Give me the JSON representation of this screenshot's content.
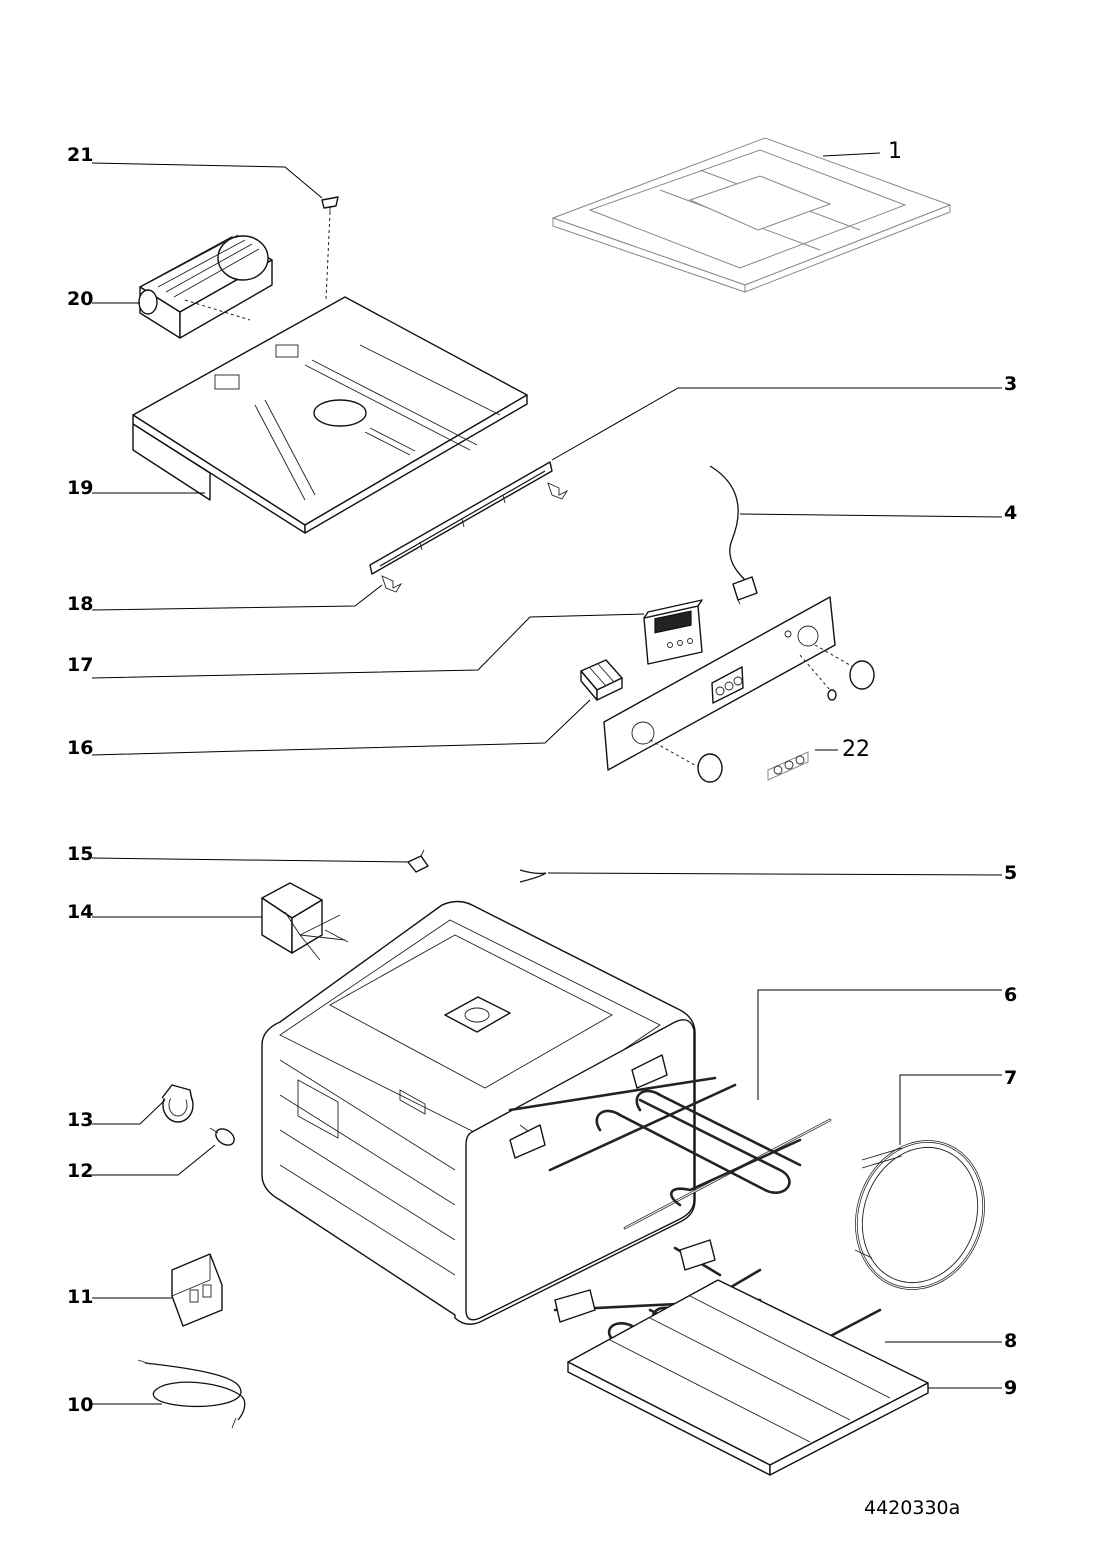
{
  "document_id": "4420330a",
  "callouts": [
    {
      "id": "c1",
      "label": "1",
      "style": "light"
    },
    {
      "id": "c3",
      "label": "3",
      "style": "bold"
    },
    {
      "id": "c4",
      "label": "4",
      "style": "bold"
    },
    {
      "id": "c5",
      "label": "5",
      "style": "bold"
    },
    {
      "id": "c6",
      "label": "6",
      "style": "bold"
    },
    {
      "id": "c7",
      "label": "7",
      "style": "bold"
    },
    {
      "id": "c8",
      "label": "8",
      "style": "bold"
    },
    {
      "id": "c9",
      "label": "9",
      "style": "bold"
    },
    {
      "id": "c10",
      "label": "10",
      "style": "bold"
    },
    {
      "id": "c11",
      "label": "11",
      "style": "bold"
    },
    {
      "id": "c12",
      "label": "12",
      "style": "bold"
    },
    {
      "id": "c13",
      "label": "13",
      "style": "bold"
    },
    {
      "id": "c14",
      "label": "14",
      "style": "bold"
    },
    {
      "id": "c15",
      "label": "15",
      "style": "bold"
    },
    {
      "id": "c16",
      "label": "16",
      "style": "bold"
    },
    {
      "id": "c17",
      "label": "17",
      "style": "bold"
    },
    {
      "id": "c18",
      "label": "18",
      "style": "bold"
    },
    {
      "id": "c19",
      "label": "19",
      "style": "bold"
    },
    {
      "id": "c20",
      "label": "20",
      "style": "bold"
    },
    {
      "id": "c21",
      "label": "21",
      "style": "bold"
    },
    {
      "id": "c22",
      "label": "22",
      "style": "light"
    }
  ],
  "colors": {
    "ink": "#000000",
    "paper": "#ffffff"
  }
}
